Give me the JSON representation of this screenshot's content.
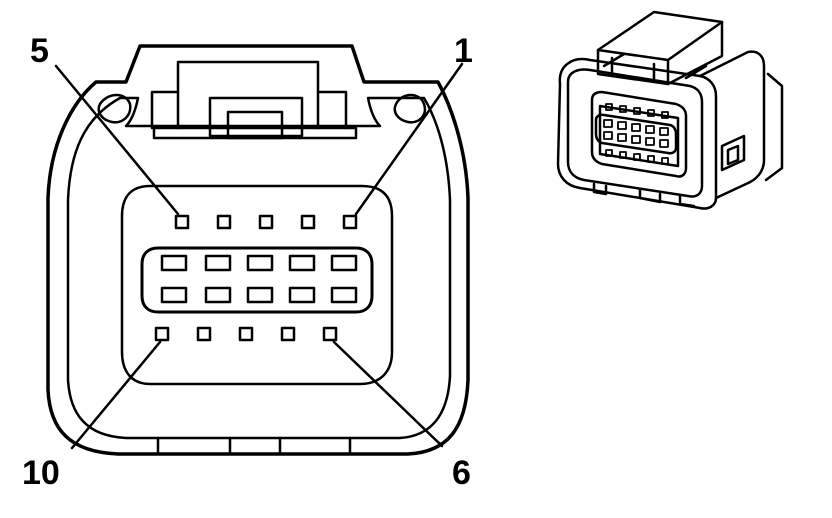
{
  "colors": {
    "ink": "#000000",
    "paper": "#ffffff"
  },
  "face_view": {
    "pin_labels": {
      "top_left": "5",
      "top_right": "1",
      "bottom_left": "10",
      "bottom_right": "6"
    }
  },
  "perspective_view": {
    "icon": "connector-isometric-icon"
  }
}
